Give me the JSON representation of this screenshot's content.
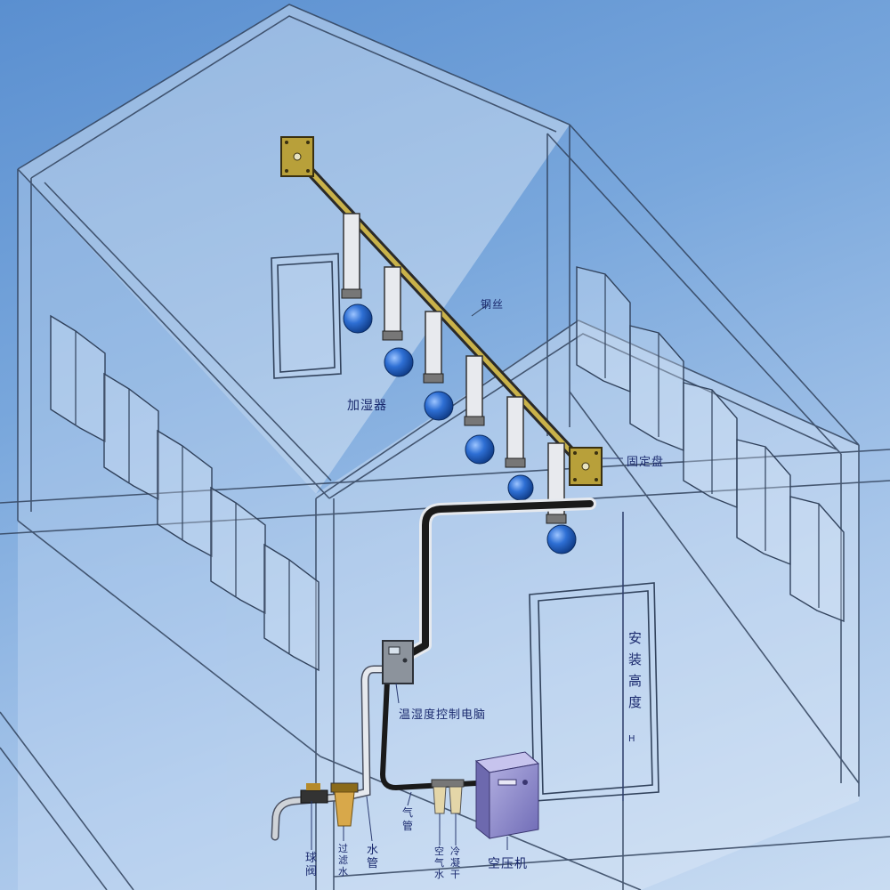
{
  "labels": {
    "steel_wire": "钢丝",
    "humidifier": "加湿器",
    "fixing_plate": "固定盘",
    "install_height": "安装高度",
    "install_height_symbol": "H",
    "controller": "温湿度控制电脑",
    "ball_valve": "球阀",
    "filter_water": "过滤水",
    "water_pipe": "水管",
    "air_pipe": "气管",
    "air_water": "空气水",
    "air_dryer": "冷凝干",
    "compressor": "空压机"
  },
  "colors": {
    "background": "#79a7dc",
    "label_text": "#1b2a6e",
    "wire": "#c9b24a",
    "humidifier_head": "#1f5bb8",
    "fixing_plate": "#b8a03a",
    "air_pipe": "#1a1a1a",
    "water_pipe": "#cfd3d8",
    "compressor": "#8f8ccc",
    "wireframe": "#31425c"
  },
  "icons": {
    "humidifier": "humidifier-icon",
    "controller": "control-box-icon",
    "compressor": "compressor-icon"
  }
}
